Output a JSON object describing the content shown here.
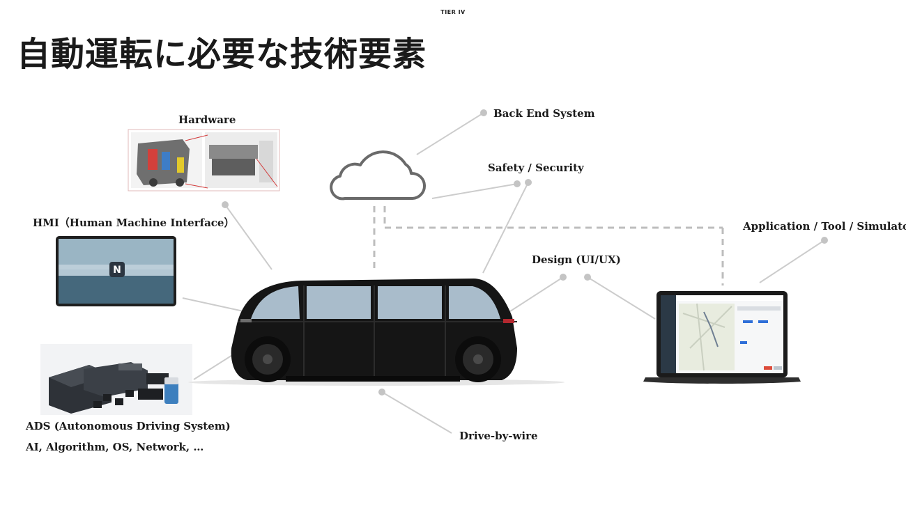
{
  "header": {
    "brand": "TIER IV",
    "title": "自動運転に必要な技術要素"
  },
  "labels": {
    "hardware": "Hardware",
    "hmi": "HMI（Human Machine Interface）",
    "ads": "ADS (Autonomous Driving System)",
    "ads_sub": "AI, Algorithm, OS, Network, …",
    "backend": "Back End System",
    "safety": "Safety / Security",
    "design": "Design (UI/UX)",
    "application": "Application / Tool / Simulator",
    "dbw": "Drive-by-wire"
  },
  "colors": {
    "connector": "#cccccc",
    "dot": "#c4c4c4",
    "dashed": "#bdbdbd",
    "car": "#151515",
    "window": "#a9bccb"
  }
}
